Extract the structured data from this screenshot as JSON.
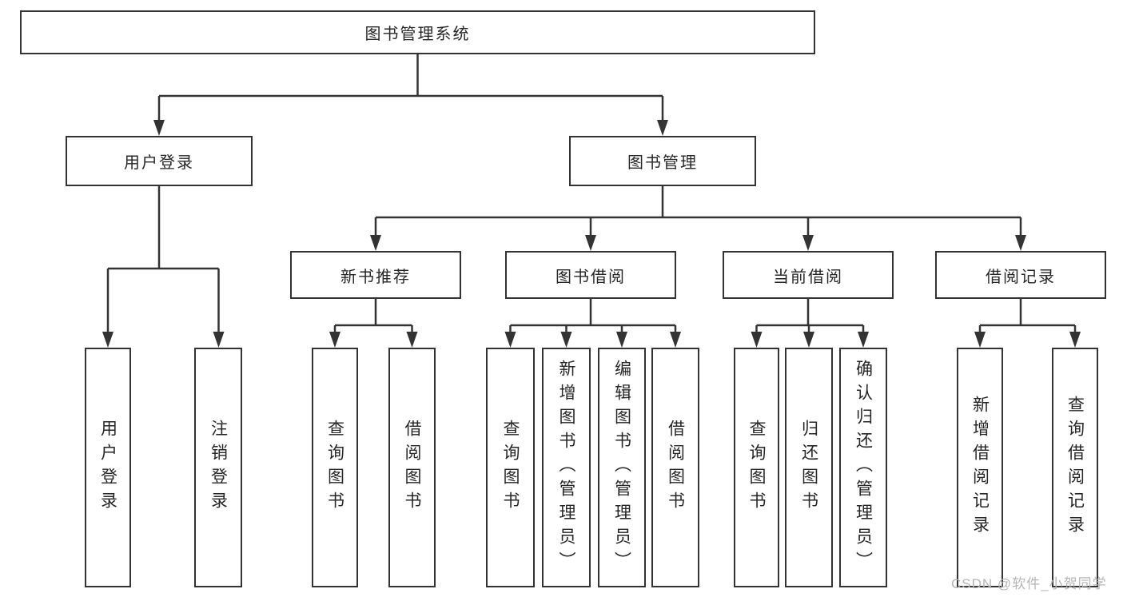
{
  "diagram": {
    "title": "图书管理系统",
    "level2": [
      "用户登录",
      "图书管理"
    ],
    "level3": [
      "新书推荐",
      "图书借阅",
      "当前借阅",
      "借阅记录"
    ],
    "leaves_user_login": [
      "用户登录",
      "注销登录"
    ],
    "leaves_new_book": [
      "查询图书",
      "借阅图书"
    ],
    "leaves_book_borrow": [
      "查询图书",
      "新增图书（管理员）",
      "编辑图书（管理员）",
      "借阅图书"
    ],
    "leaves_current_borrow": [
      "查询图书",
      "归还图书",
      "确认归还（管理员）"
    ],
    "leaves_borrow_record": [
      "新增借阅记录",
      "查询借阅记录"
    ],
    "watermark": "CSDN @软件_小贺同学"
  },
  "colors": {
    "line": "#333333",
    "text": "#262626",
    "watermark": "#b5b5b5",
    "background": "#ffffff"
  }
}
